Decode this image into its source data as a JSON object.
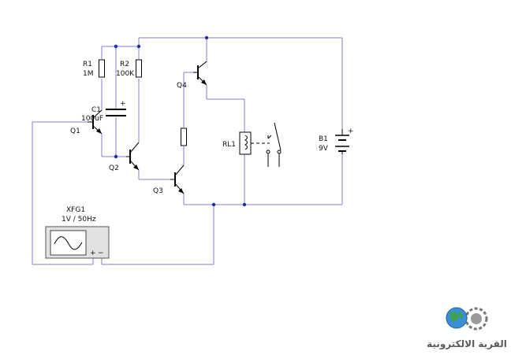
{
  "components": {
    "r1": {
      "name": "R1",
      "value": "1M"
    },
    "r2": {
      "name": "R2",
      "value": "100K"
    },
    "c1": {
      "name": "C1",
      "value": "100uF",
      "polarity": "+"
    },
    "q1": {
      "name": "Q1"
    },
    "q2": {
      "name": "Q2"
    },
    "q3": {
      "name": "Q3"
    },
    "q4": {
      "name": "Q4"
    },
    "rl1": {
      "name": "RL1"
    },
    "b1": {
      "name": "B1",
      "value": "9V",
      "polarity": "+"
    },
    "xfg1": {
      "name": "XFG1",
      "value": "1V / 50Hz",
      "plus": "+",
      "minus": "−"
    }
  },
  "watermark": {
    "text": "القرية الالكترونية",
    "icon": "globe-gear-logo"
  },
  "colors": {
    "wire": "#7f7fd6",
    "junction": "#1a2fb0",
    "component": "#000000"
  }
}
